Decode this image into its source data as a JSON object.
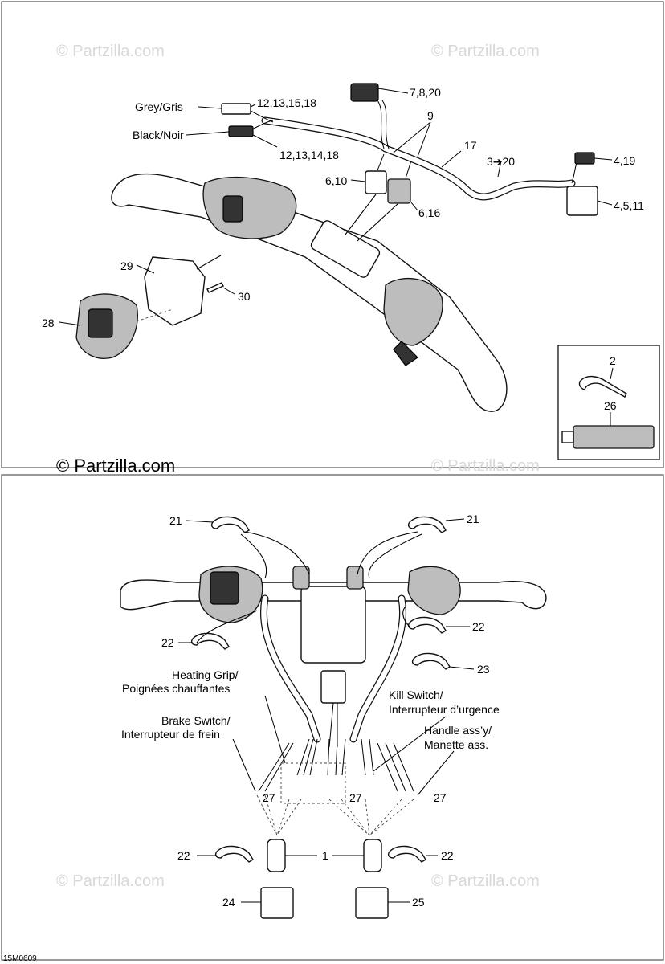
{
  "watermarks": {
    "top_left": "© Partzilla.com",
    "top_right": "© Partzilla.com",
    "main": "© Partzilla.com",
    "mid_right": "© Partzilla.com",
    "bottom_left": "© Partzilla.com",
    "bottom_right": "© Partzilla.com"
  },
  "drawing_code": "15M0609",
  "top_panel": {
    "labels": {
      "grey": "Grey/Gris",
      "grey_parts": "12,13,15,18",
      "black": "Black/Noir",
      "black_parts": "12,13,14,18",
      "p7_8_20": "7,8,20",
      "p9": "9",
      "p17": "17",
      "p3_20": "3➔20",
      "p4_19": "4,19",
      "p4_5_11": "4,5,11",
      "p6_10": "6,10",
      "p6_16": "6,16",
      "p29": "29",
      "p30": "30",
      "p28": "28"
    },
    "inset": {
      "p2": "2",
      "p26": "26"
    }
  },
  "bottom_panel": {
    "labels": {
      "p21_left": "21",
      "p21_right": "21",
      "p22_right_upper": "22",
      "p22_left_upper": "22",
      "p23": "23",
      "heating_grip_en": "Heating Grip/",
      "heating_grip_fr": "Poignées chauffantes",
      "kill_switch_en": "Kill Switch/",
      "kill_switch_fr": "Interrupteur d’urgence",
      "brake_switch_en": "Brake Switch/",
      "brake_switch_fr": "Interrupteur de frein",
      "handle_en": "Handle ass’y/",
      "handle_fr": "Manette ass.",
      "p27_left": "27",
      "p27_mid": "27",
      "p27_right": "27",
      "p22_left_lower": "22",
      "p1": "1",
      "p22_right_lower": "22",
      "p24": "24",
      "p25": "25"
    }
  }
}
